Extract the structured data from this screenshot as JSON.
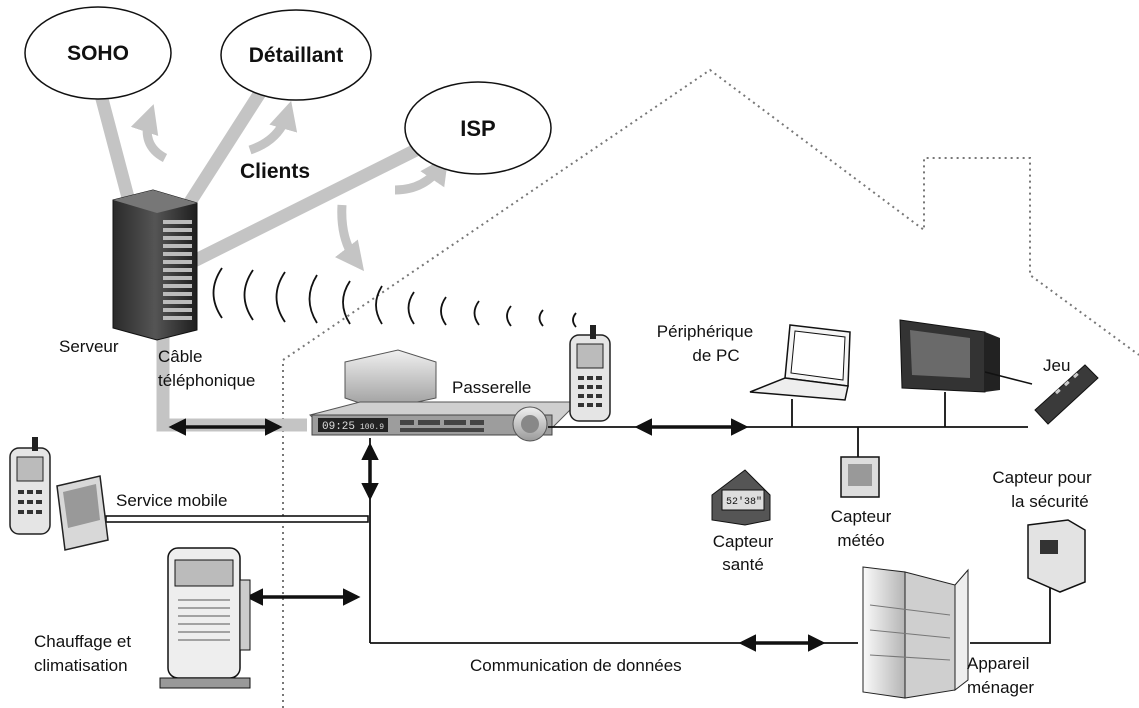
{
  "clouds": {
    "soho": "SOHO",
    "retailer": "Détaillant",
    "isp": "ISP",
    "clients": "Clients"
  },
  "labels": {
    "server": "Serveur",
    "phone_cable_1": "Câble",
    "phone_cable_2": "téléphonique",
    "gateway": "Passerelle",
    "pc_peripheral_1": "Périphérique",
    "pc_peripheral_2": "de PC",
    "game": "Jeu",
    "mobile_service": "Service mobile",
    "health_sensor_1": "Capteur",
    "health_sensor_2": "santé",
    "weather_sensor_1": "Capteur",
    "weather_sensor_2": "météo",
    "security_sensor_1": "Capteur pour",
    "security_sensor_2": "la sécurité",
    "hvac_1": "Chauffage et",
    "hvac_2": "climatisation",
    "data_comm": "Communication de données",
    "appliance_1": "Appareil",
    "appliance_2": "ménager"
  },
  "device_text": {
    "gateway_display": "09:25",
    "gateway_display_2": "100.9",
    "watch_display": "52'38\""
  },
  "colors": {
    "cable_gray": "#c4c4c4",
    "line": "#111111",
    "house_outline": "#777777"
  }
}
